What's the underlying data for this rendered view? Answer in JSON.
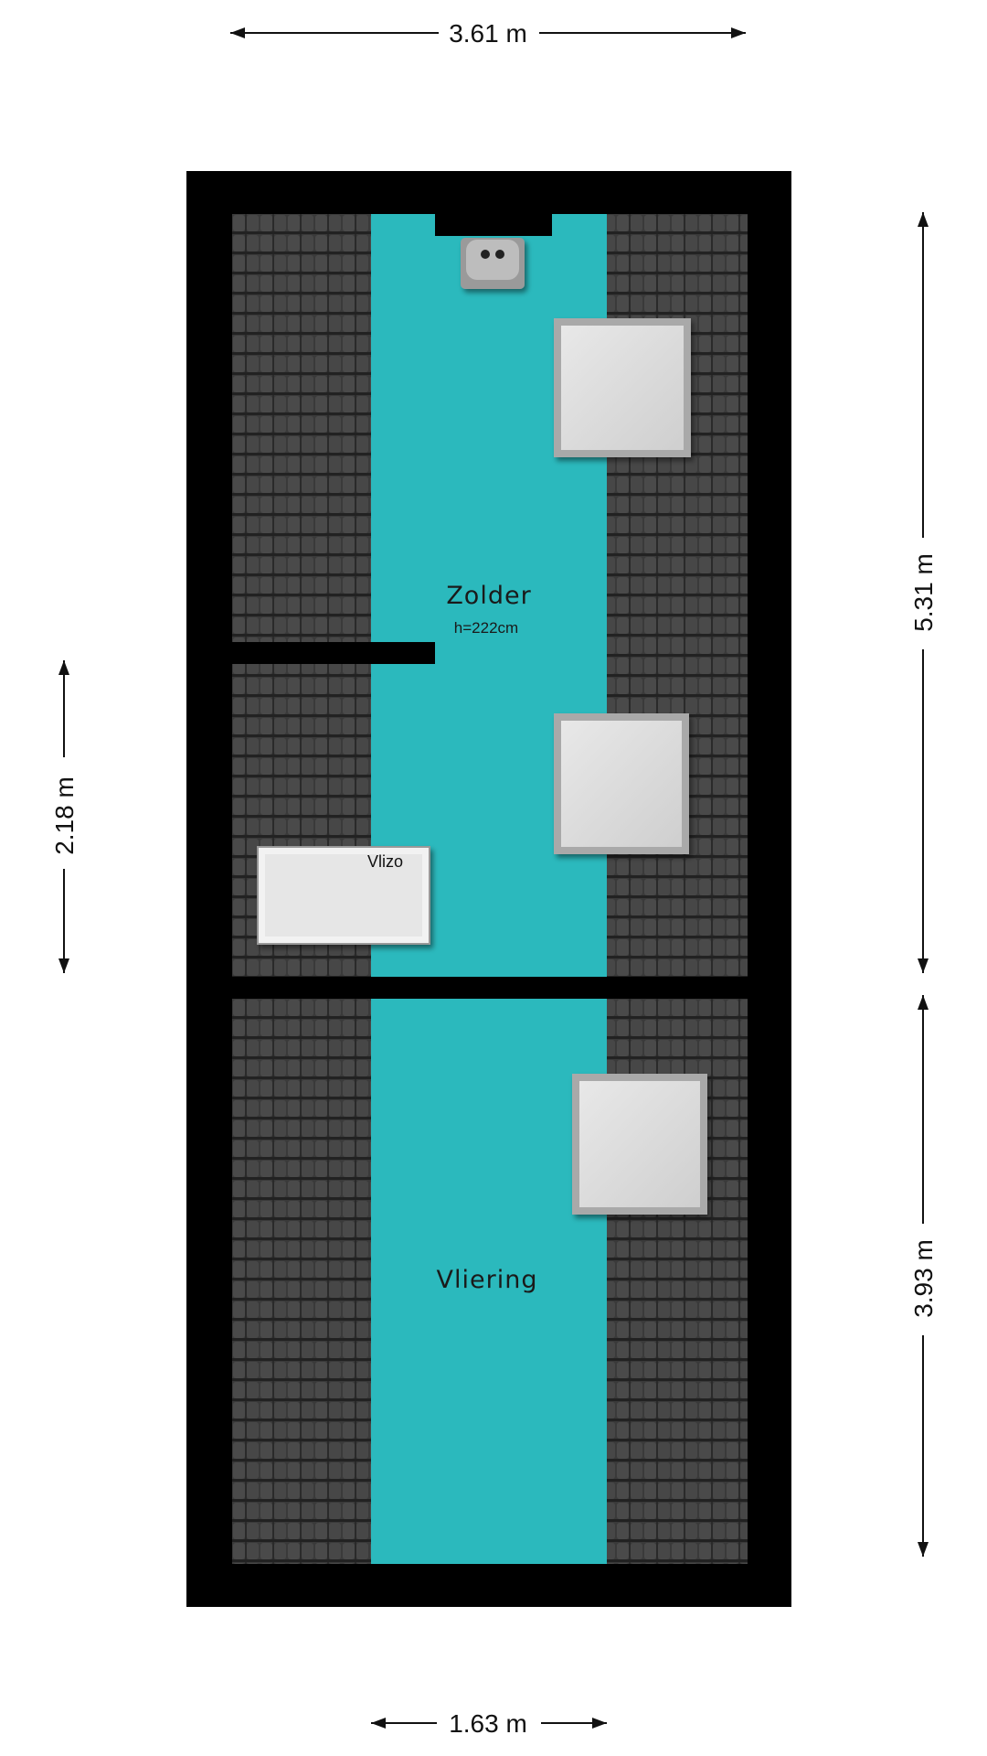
{
  "plan": {
    "rooms": [
      {
        "name": "Zolder",
        "height_note": "h=222cm"
      },
      {
        "name": "Vliering"
      }
    ],
    "objects": {
      "hatch_label": "Vlizo"
    },
    "dimensions": {
      "top_width": "3.61 m",
      "bottom_width": "1.63 m",
      "left_section": "2.18 m",
      "right_upper": "5.31 m",
      "right_lower": "3.93 m"
    },
    "colors": {
      "floor": "#2bb9bd",
      "wall": "#000000",
      "roof_tiles": "#3b3b3b",
      "skylight": "#d9d9d9"
    },
    "icons": [
      "boiler-icon"
    ]
  }
}
